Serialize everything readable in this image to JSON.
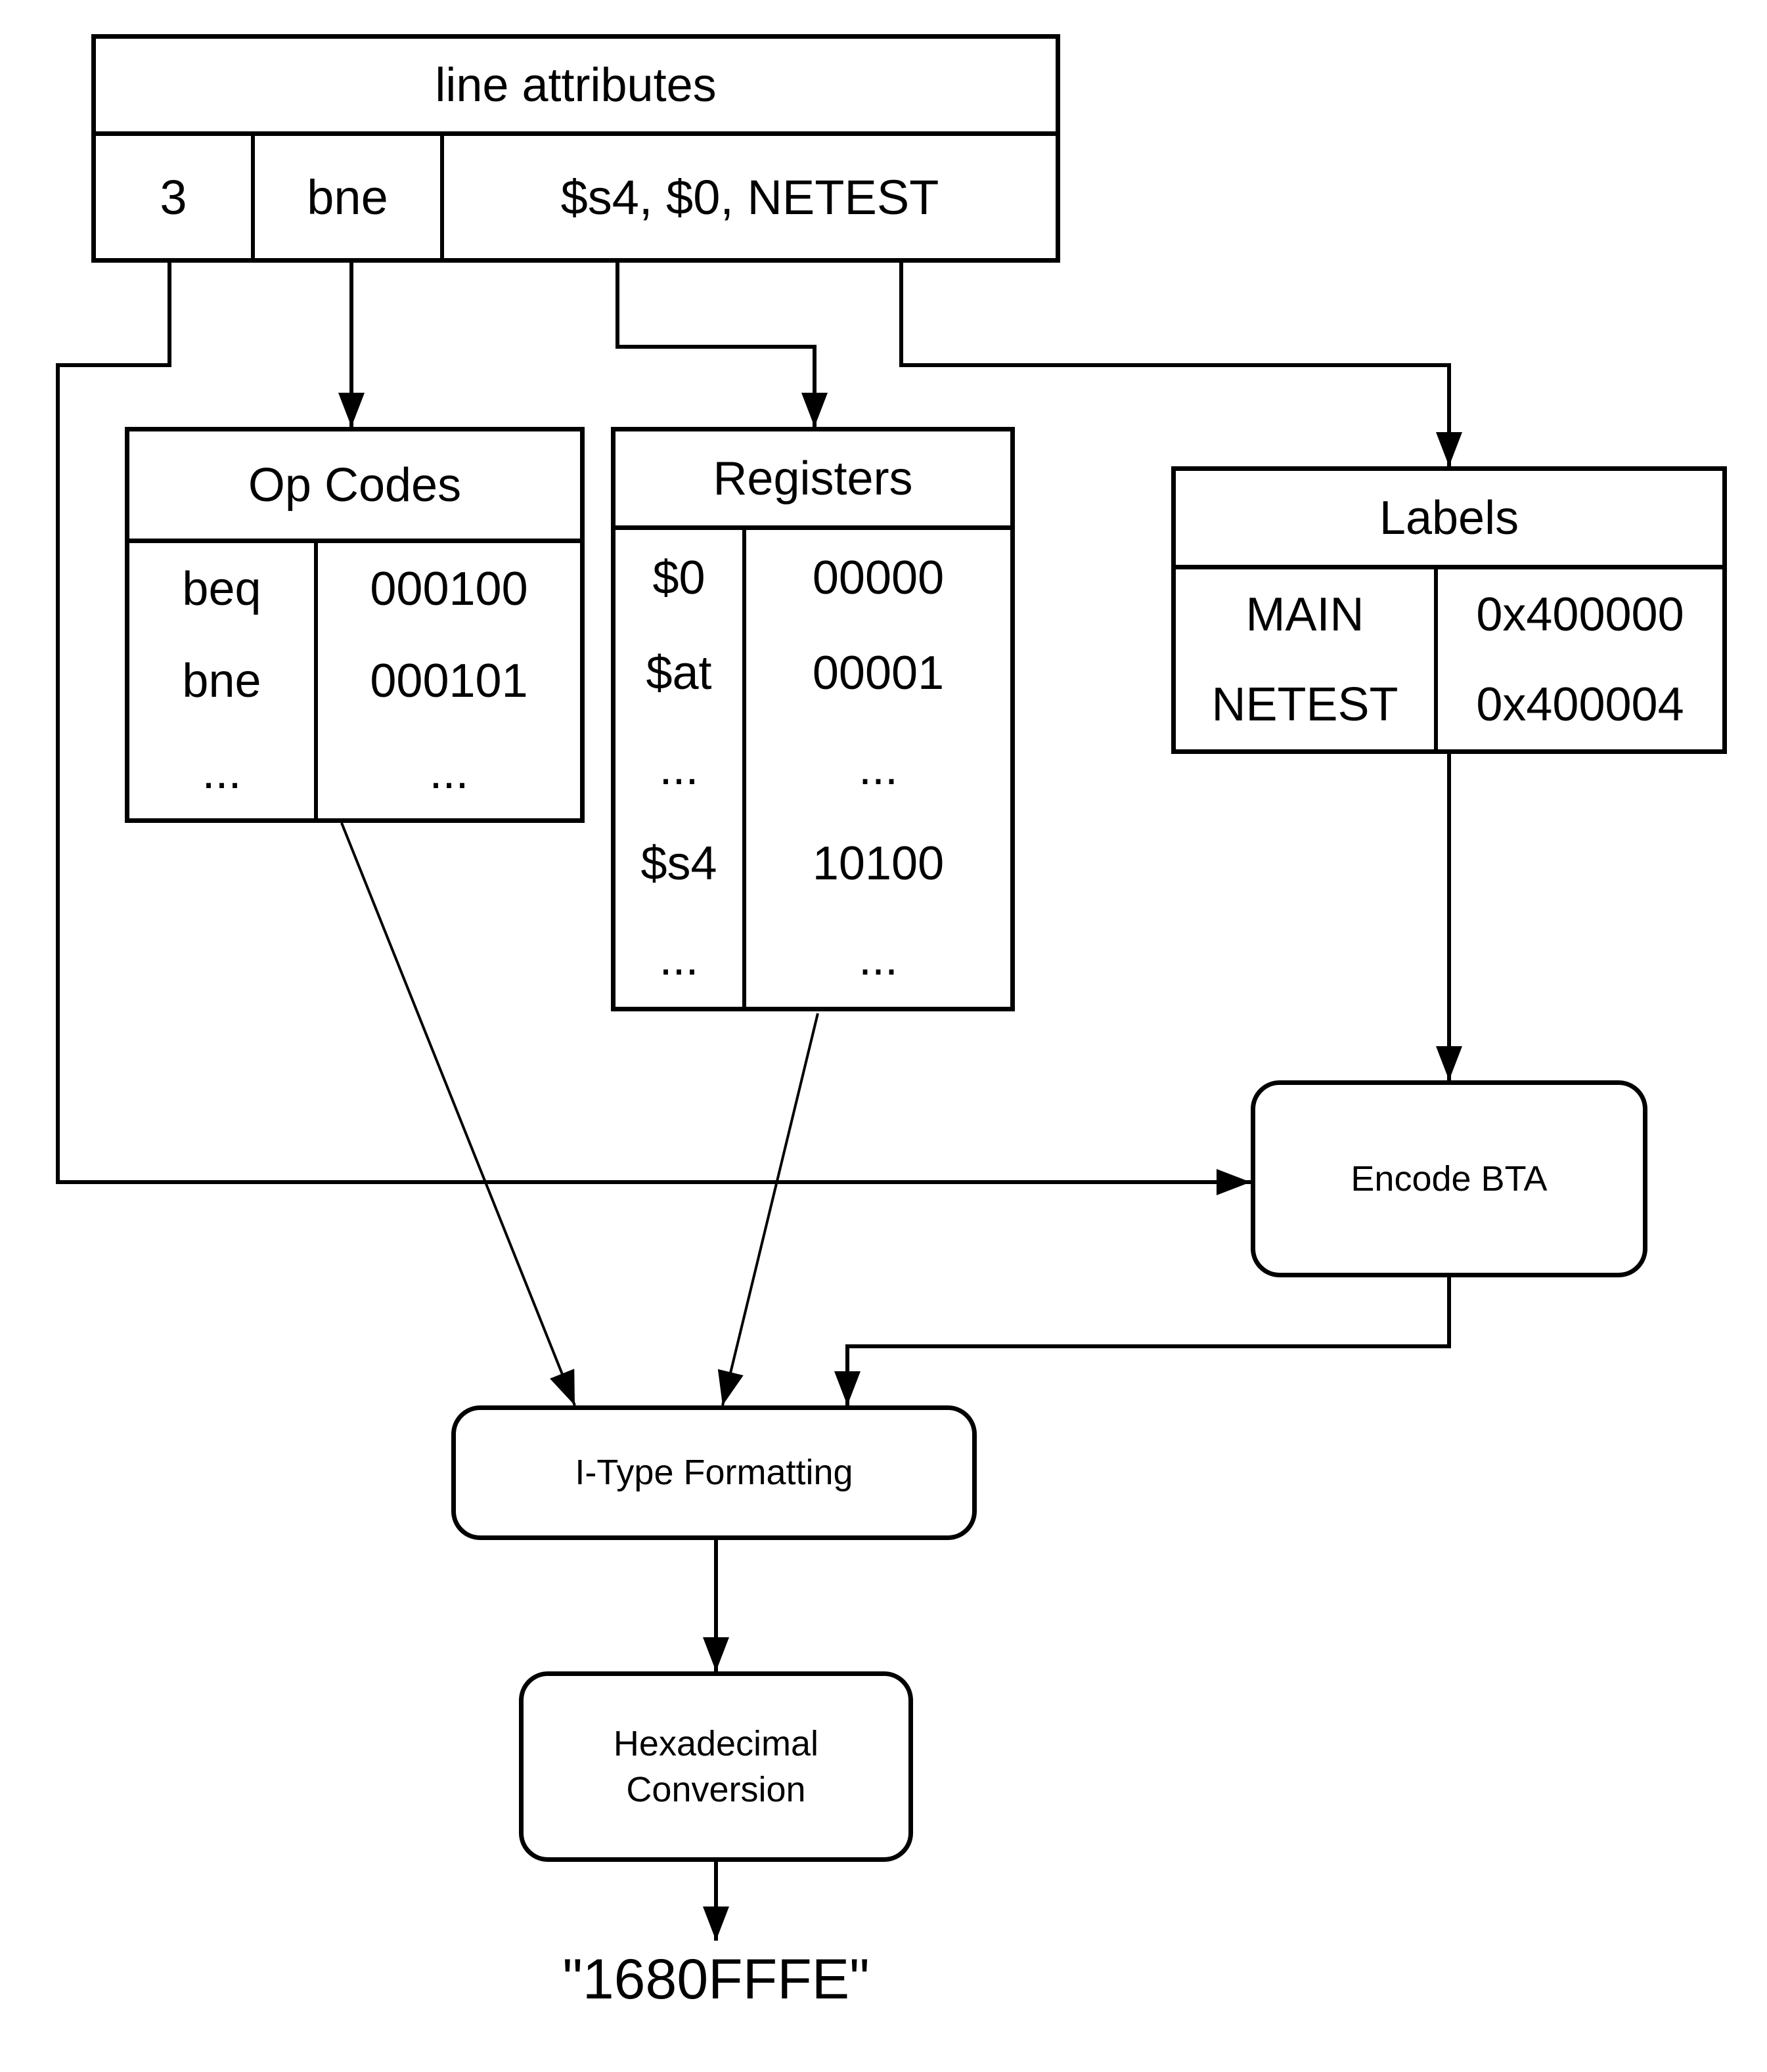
{
  "diagram": {
    "line_attributes": {
      "title": "line attributes",
      "line_number": "3",
      "mnemonic": "bne",
      "operands": "$s4, $0, NETEST"
    },
    "op_codes": {
      "title": "Op Codes",
      "rows": [
        [
          "beq",
          "000100"
        ],
        [
          "bne",
          "000101"
        ],
        [
          "...",
          "..."
        ]
      ]
    },
    "registers": {
      "title": "Registers",
      "rows": [
        [
          "$0",
          "00000"
        ],
        [
          "$at",
          "00001"
        ],
        [
          "...",
          "..."
        ],
        [
          "$s4",
          "10100"
        ],
        [
          "...",
          "..."
        ]
      ]
    },
    "labels": {
      "title": "Labels",
      "rows": [
        [
          "MAIN",
          "0x400000"
        ],
        [
          "NETEST",
          "0x400004"
        ]
      ]
    },
    "process_boxes": {
      "encode_bta": "Encode BTA",
      "itype_formatting": "I-Type Formatting",
      "hex_conversion": "Hexadecimal Conversion"
    },
    "output": {
      "value": "\"1680FFFE\""
    }
  }
}
